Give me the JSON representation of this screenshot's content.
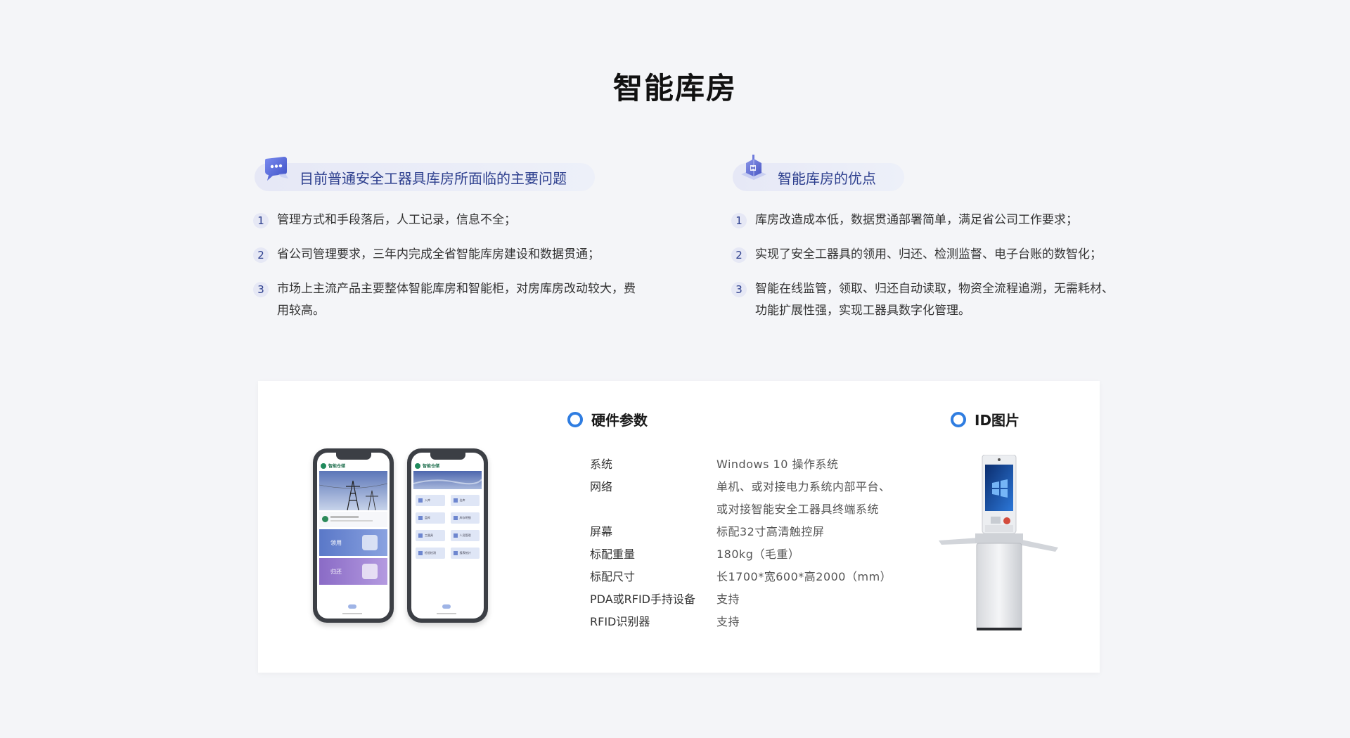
{
  "page": {
    "title": "智能库房"
  },
  "problems": {
    "heading": "目前普通安全工器具库房所面临的主要问题",
    "items": [
      {
        "num": "1",
        "text": "管理方式和手段落后，人工记录，信息不全；"
      },
      {
        "num": "2",
        "text": "省公司管理要求，三年内完成全省智能库房建设和数据贯通；"
      },
      {
        "num": "3",
        "text": "市场上主流产品主要整体智能库房和智能柜，对房库房改动较大，费用较高。"
      }
    ]
  },
  "advantages": {
    "heading": "智能库房的优点",
    "items": [
      {
        "num": "1",
        "text": "库房改造成本低，数据贯通部署简单，满足省公司工作要求；"
      },
      {
        "num": "2",
        "text": "实现了安全工器具的领用、归还、检测监督、电子台账的数智化；"
      },
      {
        "num": "3",
        "text": "智能在线监管，领取、归还自动读取，物资全流程追溯，无需耗材、功能扩展性强，实现工器具数字化管理。"
      }
    ]
  },
  "hardware": {
    "heading": "硬件参数",
    "specs": [
      {
        "label": "系统",
        "value": "Windows 10 操作系统"
      },
      {
        "label": "网络",
        "value": "单机、或对接电力系统内部平台、"
      },
      {
        "label": "",
        "value": "或对接智能安全工器具终端系统"
      },
      {
        "label": "屏幕",
        "value": "标配32寸高清触控屏"
      },
      {
        "label": "标配重量",
        "value": "180kg（毛重）"
      },
      {
        "label": "标配尺寸",
        "value": "长1700*宽600*高2000（mm）"
      },
      {
        "label": "PDA或RFID手持设备",
        "value": "支持"
      },
      {
        "label": "RFID识别器",
        "value": "支持"
      }
    ]
  },
  "id_image": {
    "heading": "ID图片"
  },
  "phone_app": {
    "app_name": "智能仓储",
    "screen1_buttons": [
      "领用",
      "归还"
    ],
    "screen2_tiles": [
      "入库",
      "出库",
      "盘库",
      "库存明细",
      "工器具",
      "人员管理",
      "检验检测",
      "报表统计"
    ]
  },
  "colors": {
    "accent": "#2f7de1",
    "heading_blue": "#2d3f8e",
    "pill_bg": "#e6e8f6",
    "card_bg": "#ffffff",
    "page_bg": "#f4f5f8"
  },
  "icons": {
    "problems": "chat-bubble-icon",
    "advantages": "warehouse-icon",
    "section_marker": "ring-icon"
  }
}
